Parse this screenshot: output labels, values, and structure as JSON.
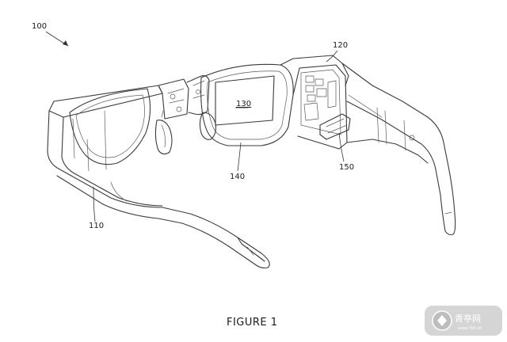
{
  "figure": {
    "caption": "FIGURE 1",
    "reference_numerals": {
      "device": "100",
      "frame_component": "120",
      "display": "130",
      "lens": "140",
      "module": "150",
      "temple": "110"
    }
  },
  "watermark": {
    "text": "青亭网",
    "subtext": "www.7tin.cn"
  }
}
